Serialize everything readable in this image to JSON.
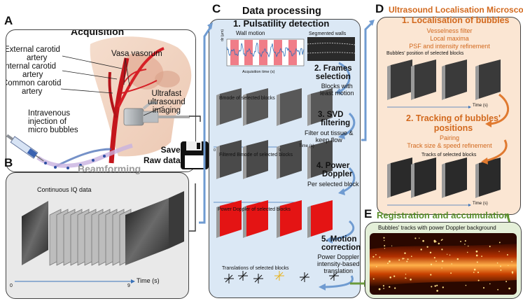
{
  "panel_a": {
    "letter": "A",
    "title": "Acquisition",
    "labels": {
      "ext_carotid_1": "External carotid",
      "ext_carotid_2": "artery",
      "int_carotid_1": "Internal carotid",
      "int_carotid_2": "artery",
      "com_carotid_1": "Common carotid",
      "com_carotid_2": "artery",
      "vasa": "Vasa vasorum",
      "iv_1": "Intravenous",
      "iv_2": "injection of",
      "iv_3": "micro bubbles",
      "us_1": "Ultrafast",
      "us_2": "ultrasound",
      "us_3": "imaging"
    }
  },
  "save": {
    "line1": "Save",
    "line2": "Raw data"
  },
  "panel_b": {
    "letter": "B",
    "title": "Beamforming",
    "iq_label": "Continuous IQ data",
    "axis_start": "0",
    "axis_end": "9",
    "axis_label": "Time (s)"
  },
  "panel_c": {
    "letter": "C",
    "title": "Data processing",
    "step1": "1. Pulsatility detection",
    "wall_motion": "Wall motion",
    "segmented_walls": "Segmented walls",
    "dz_label": "dz (µm)",
    "acq_time": "Acquisition time (s)",
    "yticks": [
      "60",
      "20",
      "-20"
    ],
    "xticks": [
      "0",
      "1",
      "2",
      "3",
      "4"
    ],
    "step2_1": "2. Frames",
    "step2_2": "selection",
    "step2_3": "Blocks with",
    "step2_4": "least motion",
    "bmode_label": "Bmode of selected blocks",
    "time_axis": "Time (s)",
    "t0": "0",
    "t9": "9",
    "step3_1": "3. SVD",
    "step3_2": "filtering",
    "step3_3": "Filter out tissue &",
    "step3_4": "keep flow",
    "filtered_label": "Filtered Bmode of selected blocks",
    "step4_1": "4. Power",
    "step4_2": "Doppler",
    "step4_3": "Per selected block",
    "pd_label": "Power Doppler of selected blocks",
    "step5_1": "5. Motion",
    "step5_2": "correction",
    "step5_3": "Power Doppler",
    "step5_4": "intensity-based",
    "step5_5": "translation",
    "translations_label": "Translations of selected blocks"
  },
  "panel_d": {
    "letter": "D",
    "title": "Ultrasound Localisation Microscopy",
    "step1": "1. Localisation of bubbles",
    "s1_a": "Vesselness filter",
    "s1_b": "Local maxima",
    "s1_c": "PSF and intensity refinement",
    "s1_d": "Bubbles' position of selected blocks",
    "step2_1": "2. Tracking of bubbles'",
    "step2_2": "positions",
    "s2_a": "Pairing",
    "s2_b": "Track size & speed refinement",
    "s2_c": "Tracks of selected blocks",
    "time_axis": "Time (s)"
  },
  "panel_e": {
    "letter": "E",
    "title": "Registration and accumulation",
    "caption": "Bubbles' tracks with power Doppler background"
  },
  "colors": {
    "c_title": "#3b73b9",
    "d_title": "#d2691e",
    "e_title": "#5a8f2a",
    "panel_c_bg": "#dbe8f5",
    "panel_d_bg": "#fbe6d3",
    "panel_e_bg": "#e4efd8",
    "doppler_red": "#e41414",
    "pulse_bar": "#ef6f7c"
  }
}
